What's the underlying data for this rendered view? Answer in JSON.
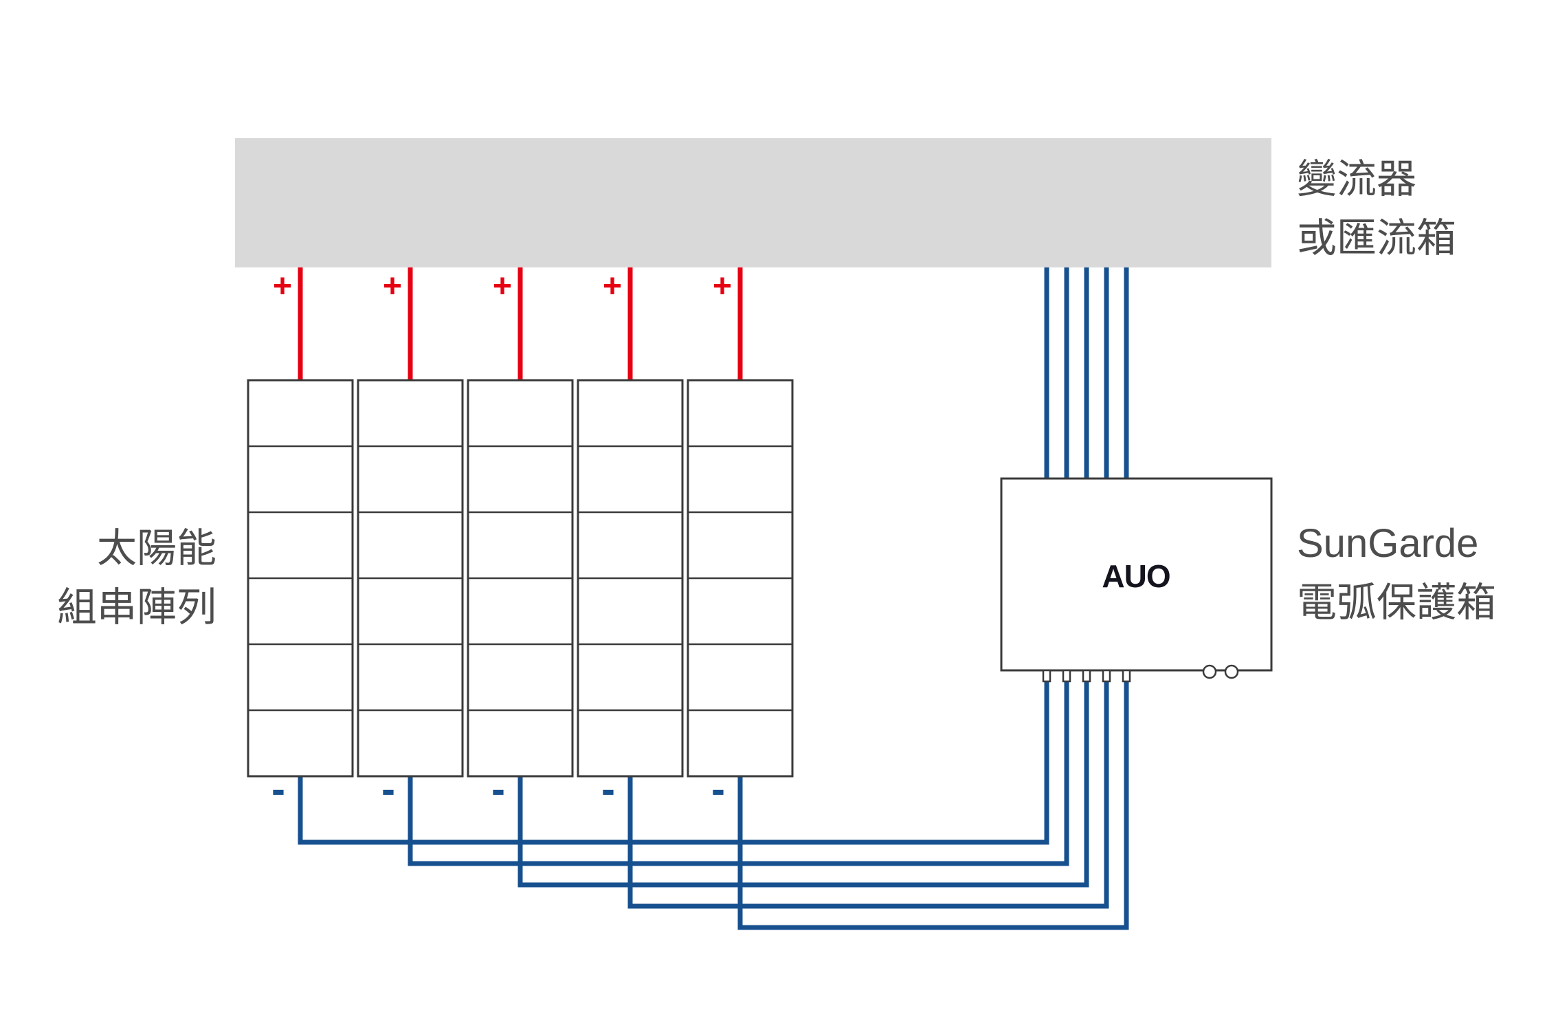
{
  "colors": {
    "bar_gray": "#d9d9d9",
    "wire_red": "#e60012",
    "wire_blue": "#17508f",
    "line_dark": "#3a3a3a",
    "text_gray": "#4d4d4d",
    "logo_dark": "#14141e"
  },
  "diagram": {
    "type": "pv-string-arc-fault-protection-wiring-diagram",
    "labels": {
      "inverter_line1": "變流器",
      "inverter_line2": "或匯流箱",
      "array_line1": "太陽能",
      "array_line2": "組串陣列",
      "device_line1": "SunGarde",
      "device_line2": "電弧保護箱",
      "logo": "AUO",
      "plus": "+",
      "minus": "-"
    },
    "structure": {
      "solar_panel_strings": 5,
      "cells_per_string": 6,
      "positive_wires_to_inverter": 5,
      "negative_wires_to_device": 5,
      "device_output_wires_to_inverter": 5,
      "device_bottom_connectors": 5,
      "device_bottom_ports": 2
    }
  }
}
